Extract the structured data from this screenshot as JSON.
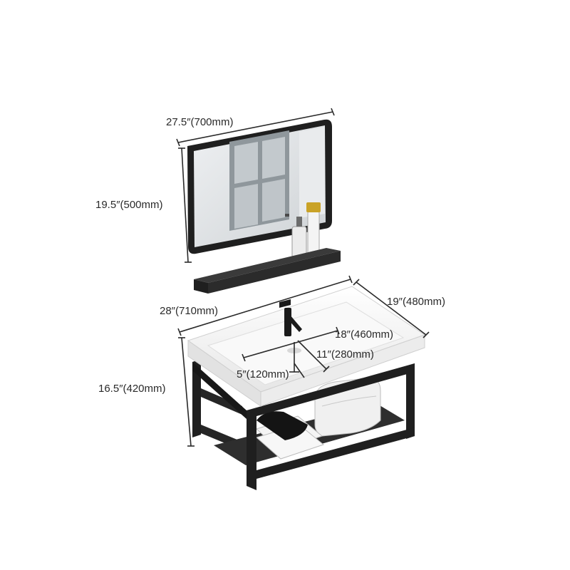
{
  "dimensions": {
    "mirror_width": "27.5″(700mm)",
    "mirror_height": "19.5″(500mm)",
    "basin_width": "28″(710mm)",
    "basin_depth": "19″(480mm)",
    "cabinet_height": "16.5″(420mm)",
    "bowl_width": "18″(460mm)",
    "bowl_depth": "11″(280mm)",
    "drain_offset": "5″(120mm)"
  },
  "colors": {
    "frame": "#1f1f1f",
    "shelf": "#2b2b2b",
    "ceramic": "#f4f4f4",
    "mirror_glass": "#d9dcdf",
    "dimension_line": "#2a2a2a",
    "accent_gold": "#c9a227"
  }
}
